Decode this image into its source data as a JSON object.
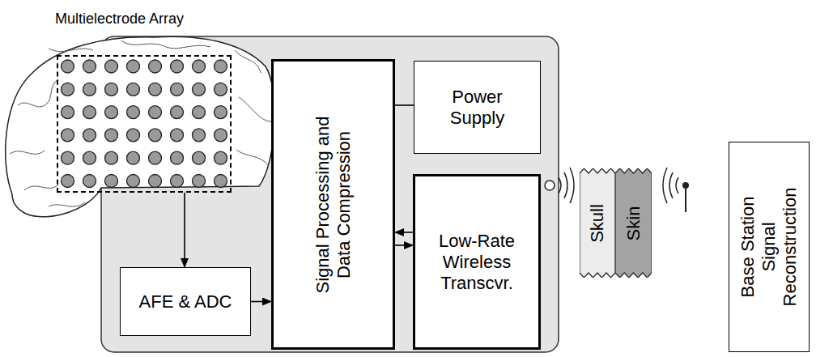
{
  "diagram": {
    "nodes": [
      {
        "text": [
          "Multielectrode Array"
        ]
      },
      {
        "text": [
          "Signal Processing and Data Compression"
        ]
      },
      {
        "text": [
          "Power Supply"
        ]
      },
      {
        "text": [
          "AFE & ADC"
        ]
      },
      {
        "text": [
          "Low-Rate Wireless Transcvr."
        ]
      },
      {
        "text": [
          "Skull"
        ]
      },
      {
        "text": [
          "Skin"
        ]
      },
      {
        "text": [
          "Base Station Signal Reconstruction"
        ]
      }
    ],
    "edges": [
      {
        "from": 0,
        "to": 3,
        "arrow": "to"
      },
      {
        "from": 3,
        "to": 1,
        "arrow": "to"
      },
      {
        "from": 1,
        "to": 2,
        "arrow": "none"
      },
      {
        "from": 4,
        "to": 1,
        "arrow": "to"
      },
      {
        "from": 1,
        "to": 4,
        "arrow": "to"
      }
    ]
  }
}
